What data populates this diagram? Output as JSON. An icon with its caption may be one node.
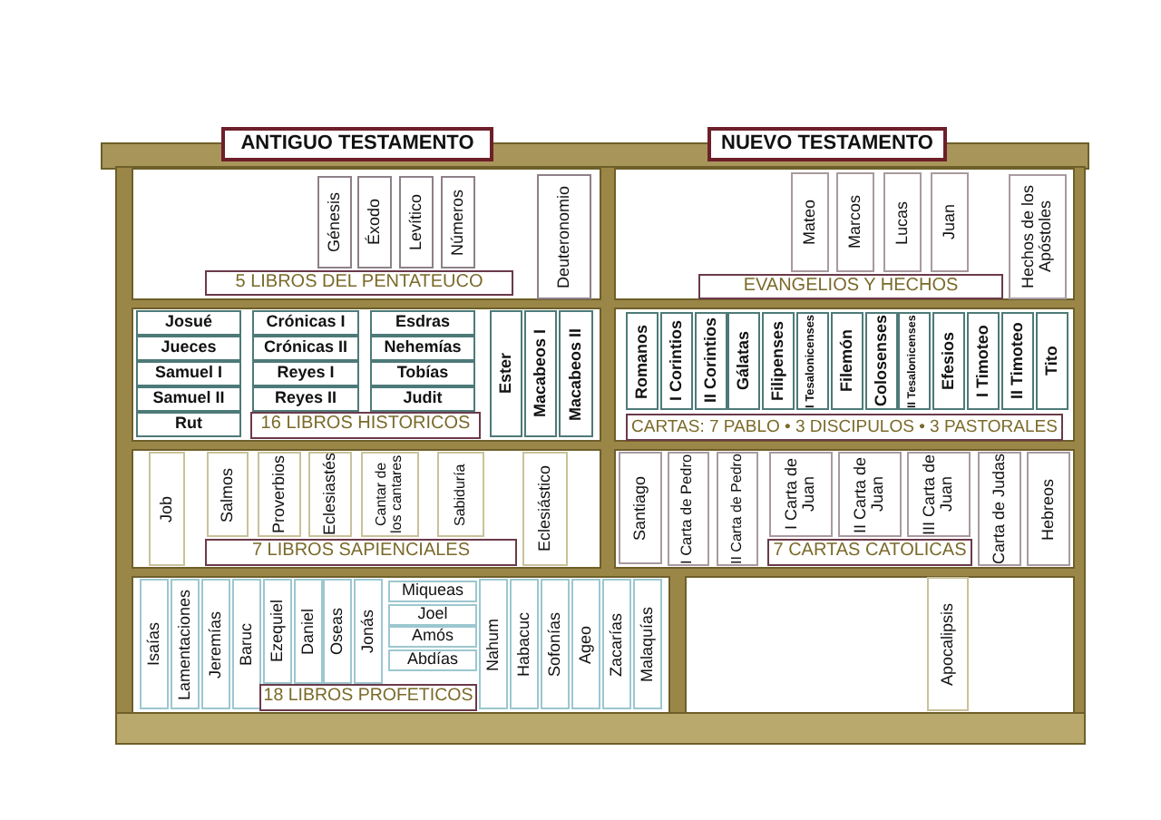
{
  "diagram": {
    "nodes": [
      {
        "text": [
          "ANTIGUO TESTAMENTO"
        ]
      },
      {
        "text": [
          "NUEVO TESTAMENTO"
        ]
      },
      {
        "text": [
          "Génesis"
        ]
      },
      {
        "text": [
          "Éxodo"
        ]
      },
      {
        "text": [
          "Levítico"
        ]
      },
      {
        "text": [
          "Números"
        ]
      },
      {
        "text": [
          "Deuteronomio"
        ]
      },
      {
        "text": [
          "5 LIBROS DEL PENTATEUCO"
        ]
      },
      {
        "text": [
          "Mateo"
        ]
      },
      {
        "text": [
          "Marcos"
        ]
      },
      {
        "text": [
          "Lucas"
        ]
      },
      {
        "text": [
          "Juan"
        ]
      },
      {
        "text": [
          "Hechos de los Apóstoles"
        ]
      },
      {
        "text": [
          "EVANGELIOS Y HECHOS"
        ]
      },
      {
        "text": [
          "Josué"
        ]
      },
      {
        "text": [
          "Crónicas I"
        ]
      },
      {
        "text": [
          "Esdras"
        ]
      },
      {
        "text": [
          "Jueces"
        ]
      },
      {
        "text": [
          "Crónicas II"
        ]
      },
      {
        "text": [
          "Nehemías"
        ]
      },
      {
        "text": [
          "Samuel I"
        ]
      },
      {
        "text": [
          "Reyes I"
        ]
      },
      {
        "text": [
          "Tobías"
        ]
      },
      {
        "text": [
          "Samuel II"
        ]
      },
      {
        "text": [
          "Reyes II"
        ]
      },
      {
        "text": [
          "Judit"
        ]
      },
      {
        "text": [
          "Rut"
        ]
      },
      {
        "text": [
          "16 LIBROS HISTORICOS"
        ]
      },
      {
        "text": [
          "Ester"
        ]
      },
      {
        "text": [
          "Macabeos I"
        ]
      },
      {
        "text": [
          "Macabeos II"
        ]
      },
      {
        "text": [
          "Romanos"
        ]
      },
      {
        "text": [
          "I Corintios"
        ]
      },
      {
        "text": [
          "II Corintios"
        ]
      },
      {
        "text": [
          "Gálatas"
        ]
      },
      {
        "text": [
          "Filipenses"
        ]
      },
      {
        "text": [
          "I Tesalonicenses"
        ]
      },
      {
        "text": [
          "Filemón"
        ]
      },
      {
        "text": [
          "Colosenses"
        ]
      },
      {
        "text": [
          "II Tesalonicenses"
        ]
      },
      {
        "text": [
          "Efesios"
        ]
      },
      {
        "text": [
          "I Timoteo"
        ]
      },
      {
        "text": [
          "II Timoteo"
        ]
      },
      {
        "text": [
          "Tito"
        ]
      },
      {
        "text": [
          "CARTAS: 7 PABLO • 3 DISCIPULOS • 3 PASTORALES"
        ]
      },
      {
        "text": [
          "Job"
        ]
      },
      {
        "text": [
          "Salmos"
        ]
      },
      {
        "text": [
          "Proverbios"
        ]
      },
      {
        "text": [
          "Eclesiastés"
        ]
      },
      {
        "text": [
          "Cantar de los cantares"
        ]
      },
      {
        "text": [
          "Sabiduría"
        ]
      },
      {
        "text": [
          "Eclesiástico"
        ]
      },
      {
        "text": [
          "7 LIBROS SAPIENCIALES"
        ]
      },
      {
        "text": [
          "Santiago"
        ]
      },
      {
        "text": [
          "I Carta de Pedro"
        ]
      },
      {
        "text": [
          "II Carta de Pedro"
        ]
      },
      {
        "text": [
          "I Carta de Juan"
        ]
      },
      {
        "text": [
          "II Carta de Juan"
        ]
      },
      {
        "text": [
          "III Carta de Juan"
        ]
      },
      {
        "text": [
          "Carta de Judas"
        ]
      },
      {
        "text": [
          "Hebreos"
        ]
      },
      {
        "text": [
          "7 CARTAS CATOLICAS"
        ]
      },
      {
        "text": [
          "Isaías"
        ]
      },
      {
        "text": [
          "Lamentaciones"
        ]
      },
      {
        "text": [
          "Jeremías"
        ]
      },
      {
        "text": [
          "Baruc"
        ]
      },
      {
        "text": [
          "Ezequiel"
        ]
      },
      {
        "text": [
          "Daniel"
        ]
      },
      {
        "text": [
          "Oseas"
        ]
      },
      {
        "text": [
          "Jonás"
        ]
      },
      {
        "text": [
          "Miqueas"
        ]
      },
      {
        "text": [
          "Joel"
        ]
      },
      {
        "text": [
          "Amós"
        ]
      },
      {
        "text": [
          "Abdías"
        ]
      },
      {
        "text": [
          "18 LIBROS PROFETICOS"
        ]
      },
      {
        "text": [
          "Nahum"
        ]
      },
      {
        "text": [
          "Habacuc"
        ]
      },
      {
        "text": [
          "Sofonías"
        ]
      },
      {
        "text": [
          "Ageo"
        ]
      },
      {
        "text": [
          "Zacarías"
        ]
      },
      {
        "text": [
          "Malaquías"
        ]
      },
      {
        "text": [
          "Apocalipsis"
        ]
      }
    ]
  }
}
